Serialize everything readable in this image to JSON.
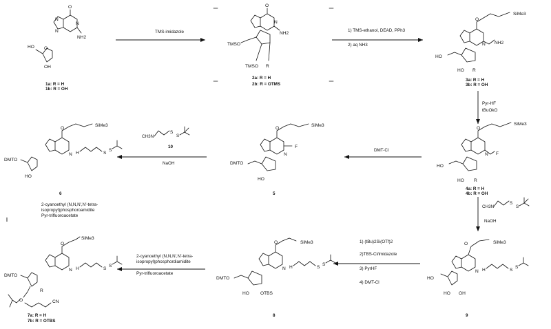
{
  "colors": {
    "ink": "#111111",
    "background": "#ffffff"
  },
  "compounds": {
    "c1": {
      "lines": [
        "1a: R = H",
        "1b: R = OH"
      ]
    },
    "c2": {
      "lines": [
        "2a: R = H",
        "2b: R = OTMS"
      ]
    },
    "c3": {
      "lines": [
        "3a: R = H",
        "3b: R = OH"
      ]
    },
    "c4": {
      "lines": [
        "4a: R = H",
        "4b: R = OH"
      ]
    },
    "c5": {
      "lines": [
        "5"
      ]
    },
    "c6": {
      "lines": [
        "6"
      ]
    },
    "c7": {
      "lines": [
        "7a: R = H",
        "7b: R = OTBS"
      ]
    },
    "c8": {
      "lines": [
        "8"
      ]
    },
    "c9": {
      "lines": [
        "9"
      ]
    }
  },
  "reagents": {
    "r1": {
      "lines": [
        "TMS-imidazole"
      ]
    },
    "r2": {
      "lines": [
        "1) TMS-ethanol, DEAD, PPh3",
        "2) aq NH3"
      ]
    },
    "r3": {
      "lines": [
        "Pyr-HF",
        "tBuOkO"
      ]
    },
    "r4": {
      "lines": [
        "DMT-Cl"
      ]
    },
    "r5": {
      "lines": [
        "10",
        "NaOH"
      ]
    },
    "r6": {
      "lines": [
        "NaOH"
      ]
    },
    "r7": {
      "lines": [
        "1) (tBu)2Si(OTf)2",
        "2)TBS-Cl/imidazole",
        "3) PyrHF",
        "4) DMT-Cl"
      ]
    },
    "r8": {
      "lines": [
        "2-cyanoethyl (N,N,N',N'-tetra-",
        "isopropyl)phosphordiamidite",
        "Pyr-trifluoroacetate"
      ]
    },
    "r9": {
      "lines": [
        "2-cyanoethyl (N,N,N',N'-tetra-",
        "isopropyl)phosphoroamidite",
        "Pyr-trifluoroacetate"
      ]
    }
  },
  "atoms": {
    "o": "O",
    "n": "N",
    "h": "H",
    "r": "R",
    "f": "F",
    "s": "S",
    "nh2": "NH2",
    "ho": "HO",
    "oh": "OH",
    "tmso": "TMSO",
    "tms": "TMS",
    "sime3": "SiMe3",
    "dmto": "DMTO",
    "otbs": "OTBS",
    "ch3n": "CH3N",
    "cn": "CN"
  }
}
